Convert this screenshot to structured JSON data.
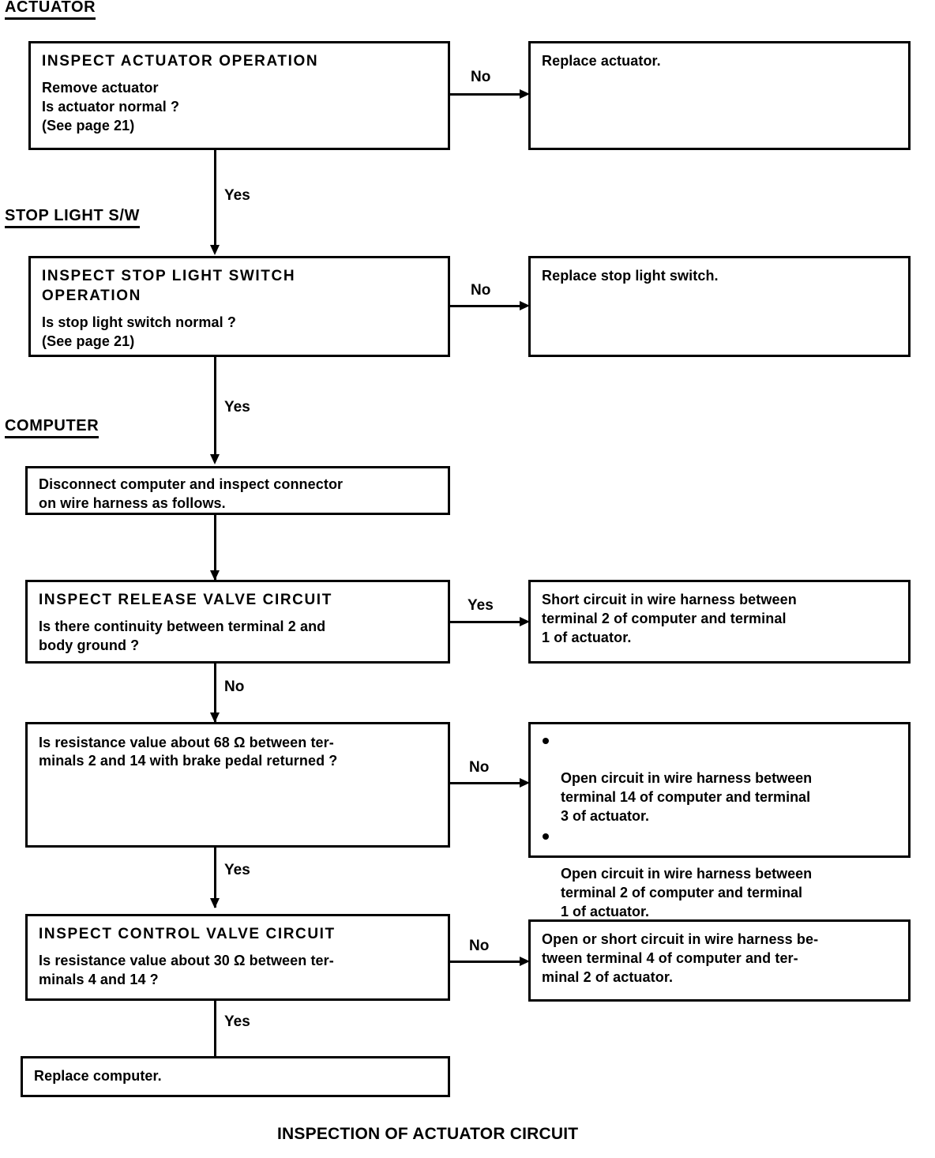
{
  "figure": {
    "caption": "INSPECTION OF ACTUATOR CIRCUIT",
    "ink_color": "#000000",
    "paper_color": "#ffffff"
  },
  "sections": [
    {
      "id": "actuator",
      "label": "ACTUATOR"
    },
    {
      "id": "stop-light-sw",
      "label": "STOP LIGHT S/W"
    },
    {
      "id": "computer",
      "label": "COMPUTER"
    }
  ],
  "boxes": {
    "inspect_actuator": {
      "title": "INSPECT ACTUATOR OPERATION",
      "body": "Remove actuator\nIs actuator normal ?\n(See page  21)"
    },
    "replace_actuator": {
      "body": "Replace actuator."
    },
    "inspect_stop_light_switch": {
      "title": "INSPECT STOP LIGHT SWITCH\nOPERATION",
      "body": "Is stop light switch normal ?\n(See page 21)"
    },
    "replace_stop_light_switch": {
      "body": "Replace stop light switch."
    },
    "disconnect_computer": {
      "body": "Disconnect computer and inspect connector\non wire harness as follows."
    },
    "inspect_release_valve": {
      "title": "INSPECT RELEASE VALVE CIRCUIT",
      "body": "Is there continuity between terminal 2 and\nbody ground ?"
    },
    "short_circuit_release": {
      "body": "Short circuit in wire harness between\nterminal 2 of computer and terminal\n1 of actuator."
    },
    "resistance_68": {
      "body": "Is resistance value about 68 Ω between ter-\nminals 2 and 14 with brake pedal returned ?"
    },
    "open_circuit_list": {
      "bullets": [
        "Open circuit in wire harness between\nterminal 14 of computer and terminal\n3 of actuator.",
        "Open circuit in wire harness between\nterminal 2 of computer and terminal\n1 of actuator."
      ]
    },
    "inspect_control_valve": {
      "title": "INSPECT CONTROL VALVE CIRCUIT",
      "body": "Is resistance value about 30 Ω between ter-\nminals 4 and 14 ?"
    },
    "open_or_short_control": {
      "body": "Open or short circuit in wire harness be-\ntween terminal 4 of computer and ter-\nminal 2 of actuator."
    },
    "replace_computer": {
      "body": "Replace computer."
    }
  },
  "edge_labels": {
    "actuator_no": "No",
    "actuator_yes": "Yes",
    "stop_light_no": "No",
    "stop_light_yes": "Yes",
    "release_valve_yes": "Yes",
    "release_valve_no": "No",
    "resistance68_no": "No",
    "resistance68_yes": "Yes",
    "control_valve_no": "No",
    "control_valve_yes": "Yes"
  }
}
